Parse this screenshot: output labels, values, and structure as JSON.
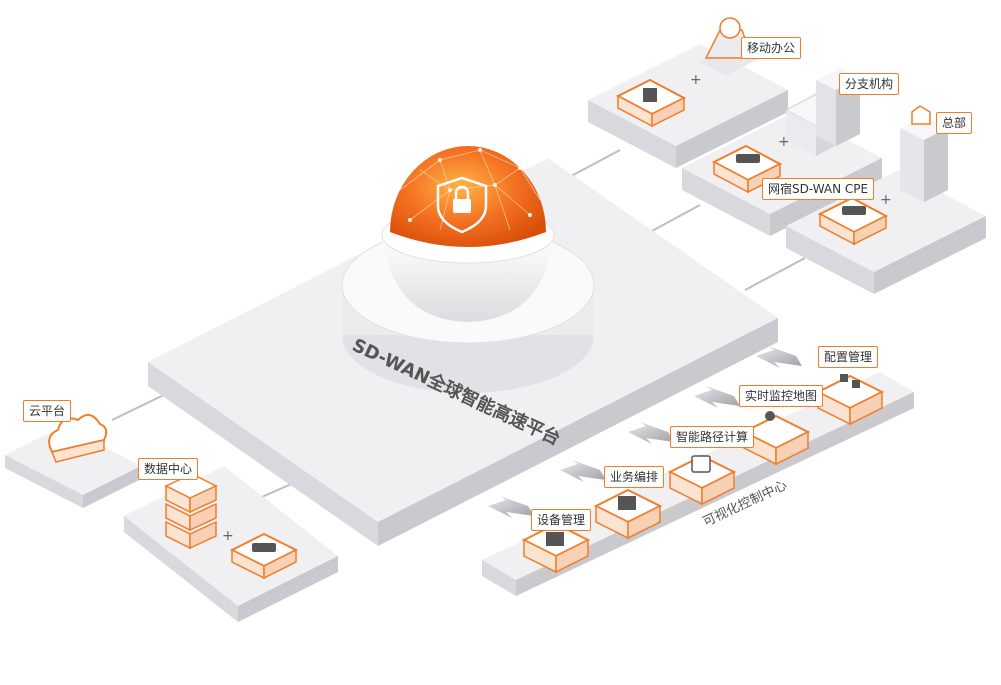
{
  "platform": {
    "title": "SD-WAN全球智能高速平台"
  },
  "sites": {
    "mobile_office": "移动办公",
    "branch": "分支机构",
    "headquarters": "总部",
    "cpe": "网宿SD-WAN CPE",
    "cloud": "云平台",
    "datacenter": "数据中心"
  },
  "control_center": {
    "title": "可视化控制中心",
    "modules": [
      "设备管理",
      "业务编排",
      "智能路径计算",
      "实时监控地图",
      "配置管理"
    ]
  },
  "colors": {
    "accent": "#f07d2a",
    "slab_top": "#f2f2f4",
    "slab_side": "#d6d6da",
    "link": "#bdbdc2"
  }
}
